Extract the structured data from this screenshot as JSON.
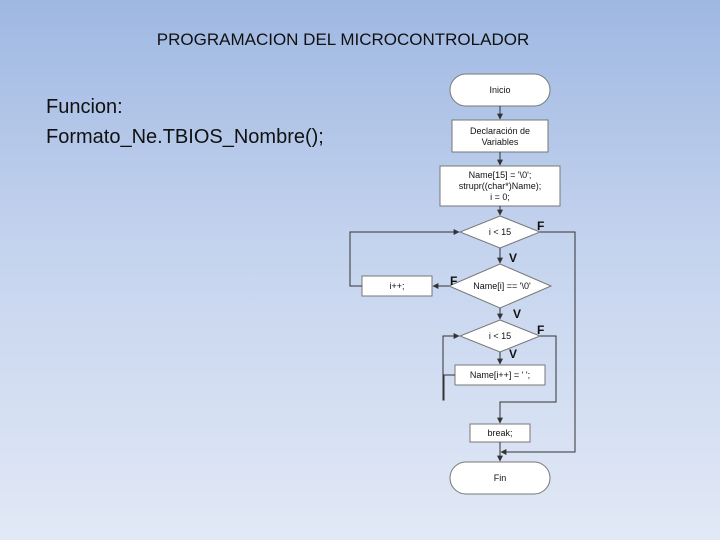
{
  "slide": {
    "title": "PROGRAMACION DEL MICROCONTROLADOR",
    "body_line1": "Funcion:",
    "body_line2": "Formato_Ne.TBIOS_Nombre();"
  },
  "flowchart": {
    "start": "Inicio",
    "decl_line1": "Declaración de",
    "decl_line2": "Variables",
    "init_line1": "Name[15] = '\\0';",
    "init_line2": "strupr((char*)Name);",
    "init_line3": "i = 0;",
    "cond1": "i < 15",
    "cond2": "Name[i] == '\\0'",
    "cond3": "i < 15",
    "increment": "i++;",
    "assign": "Name[i++] = ' ';",
    "break_stmt": "break;",
    "end": "Fin",
    "false_flag": "F",
    "true_flag": "V"
  }
}
